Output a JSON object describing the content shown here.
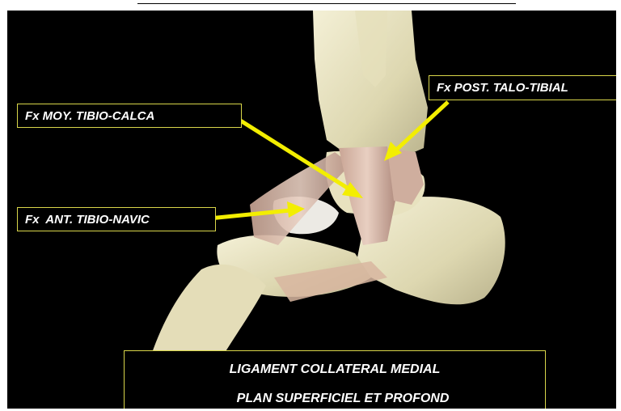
{
  "labels": {
    "moyen": "Fx MOY. TIBIO-CALCA",
    "posterieur": "Fx POST. TALO-TIBIAL",
    "anterieur": "Fx  ANT. TIBIO-NAVIC"
  },
  "caption": {
    "line1": "LIGAMENT COLLATERAL MEDIAL",
    "line2": "PLAN SUPERFICIEL ET PROFOND"
  },
  "colors": {
    "background": "#000000",
    "box_border": "#d9d64a",
    "arrow": "#f3ee00",
    "bone": "#ebe6c2",
    "ligament": "#d8b8a8"
  },
  "icons": [
    "arrow-icon"
  ]
}
